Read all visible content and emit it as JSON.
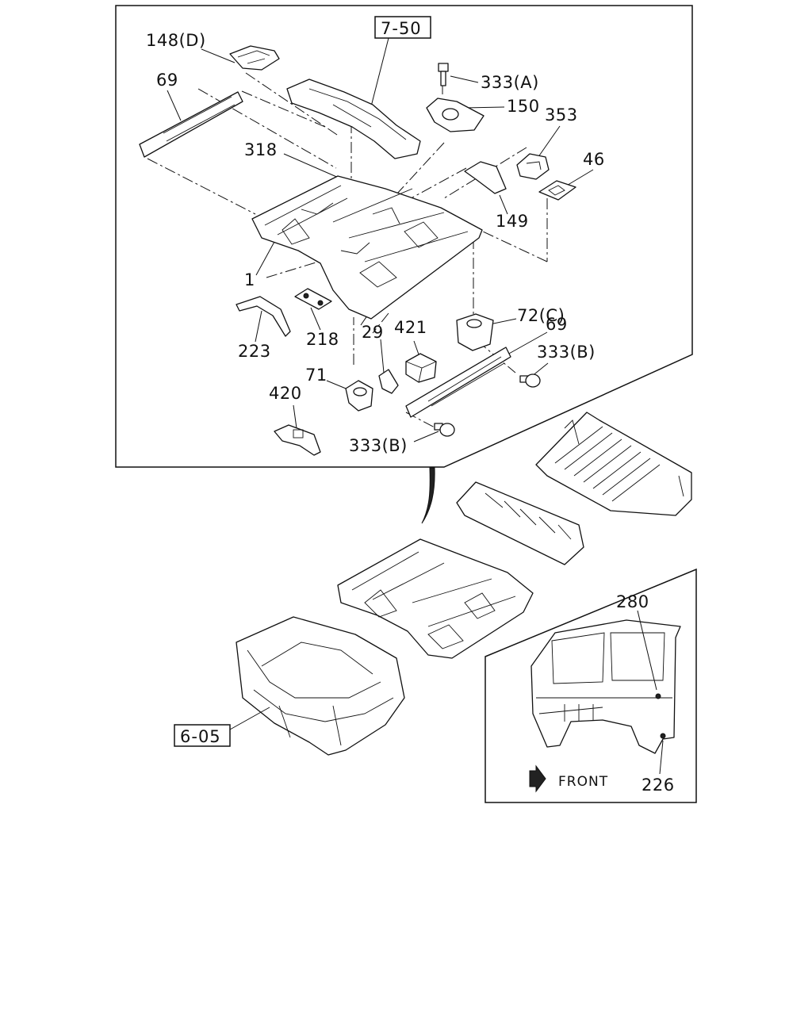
{
  "diagram": {
    "ref_boxes": {
      "top": "7-50",
      "bottom": "6-05"
    },
    "callouts": [
      {
        "id": "148d",
        "text": "148(D)"
      },
      {
        "id": "69a",
        "text": "69"
      },
      {
        "id": "318",
        "text": "318"
      },
      {
        "id": "333a",
        "text": "333(A)"
      },
      {
        "id": "150",
        "text": "150"
      },
      {
        "id": "353",
        "text": "353"
      },
      {
        "id": "46",
        "text": "46"
      },
      {
        "id": "149",
        "text": "149"
      },
      {
        "id": "1",
        "text": "1"
      },
      {
        "id": "223",
        "text": "223"
      },
      {
        "id": "218",
        "text": "218"
      },
      {
        "id": "29",
        "text": "29"
      },
      {
        "id": "421",
        "text": "421"
      },
      {
        "id": "72c",
        "text": "72(C)"
      },
      {
        "id": "69b",
        "text": "69"
      },
      {
        "id": "333b1",
        "text": "333(B)"
      },
      {
        "id": "71",
        "text": "71"
      },
      {
        "id": "420",
        "text": "420"
      },
      {
        "id": "333b2",
        "text": "333(B)"
      },
      {
        "id": "280",
        "text": "280"
      },
      {
        "id": "226",
        "text": "226"
      }
    ],
    "front_label": "FRONT"
  }
}
